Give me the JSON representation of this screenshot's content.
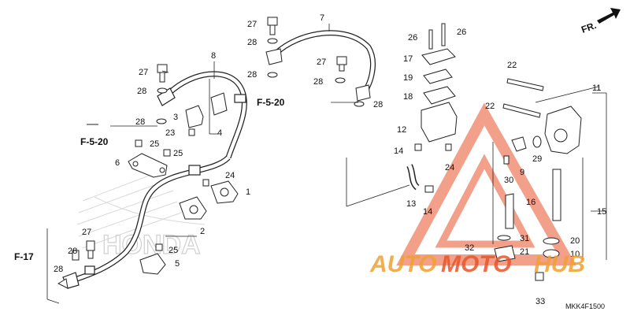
{
  "direction_label": "FR.",
  "reference_labels": [
    "F-5-20",
    "F-5-20",
    "F-17"
  ],
  "diagram_code": "MKK4F1500",
  "watermark": {
    "brand_part1": "AUTO",
    "brand_part2": "MOTO",
    "brand_part3": "HUB",
    "color_accent": "#e8542a",
    "color_orange": "#f0a030",
    "background_brand": "HONDA"
  },
  "callouts": [
    "1",
    "2",
    "3",
    "4",
    "5",
    "6",
    "7",
    "8",
    "9",
    "10",
    "11",
    "12",
    "13",
    "14",
    "14",
    "15",
    "16",
    "17",
    "18",
    "19",
    "20",
    "21",
    "22",
    "22",
    "23",
    "24",
    "24",
    "25",
    "25",
    "25",
    "26",
    "26",
    "27",
    "27",
    "27",
    "27",
    "28",
    "28",
    "28",
    "28",
    "28",
    "28",
    "29",
    "30",
    "31",
    "32",
    "33"
  ]
}
